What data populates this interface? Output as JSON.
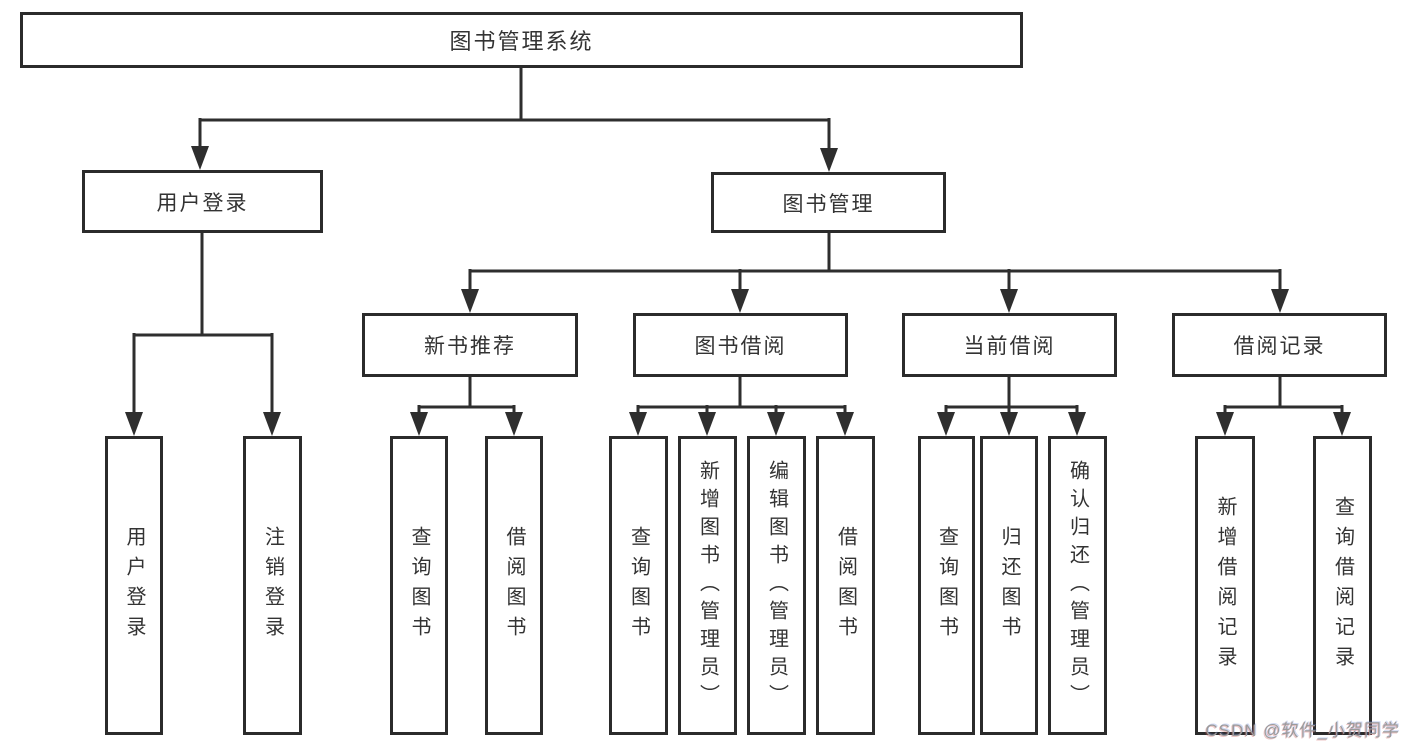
{
  "diagram": {
    "type": "org-tree",
    "colors": {
      "line": "#2e2e2e",
      "box_border": "#2b2b2b",
      "text": "#333333",
      "background": "#ffffff",
      "watermark": "#9b9b9b"
    },
    "watermark": "CSDN @软件_小贺同学"
  },
  "tree": {
    "label": "图书管理系统",
    "children": [
      {
        "label": "用户登录",
        "children": [
          {
            "label": "用户登录"
          },
          {
            "label": "注销登录"
          }
        ]
      },
      {
        "label": "图书管理",
        "children": [
          {
            "label": "新书推荐",
            "children": [
              {
                "label": "查询图书"
              },
              {
                "label": "借阅图书"
              }
            ]
          },
          {
            "label": "图书借阅",
            "children": [
              {
                "label": "查询图书"
              },
              {
                "label": "新增图书（管理员）"
              },
              {
                "label": "编辑图书（管理员）"
              },
              {
                "label": "借阅图书"
              }
            ]
          },
          {
            "label": "当前借阅",
            "children": [
              {
                "label": "查询图书"
              },
              {
                "label": "归还图书"
              },
              {
                "label": "确认归还（管理员）"
              }
            ]
          },
          {
            "label": "借阅记录",
            "children": [
              {
                "label": "新增借阅记录"
              },
              {
                "label": "查询借阅记录"
              }
            ]
          }
        ]
      }
    ]
  }
}
